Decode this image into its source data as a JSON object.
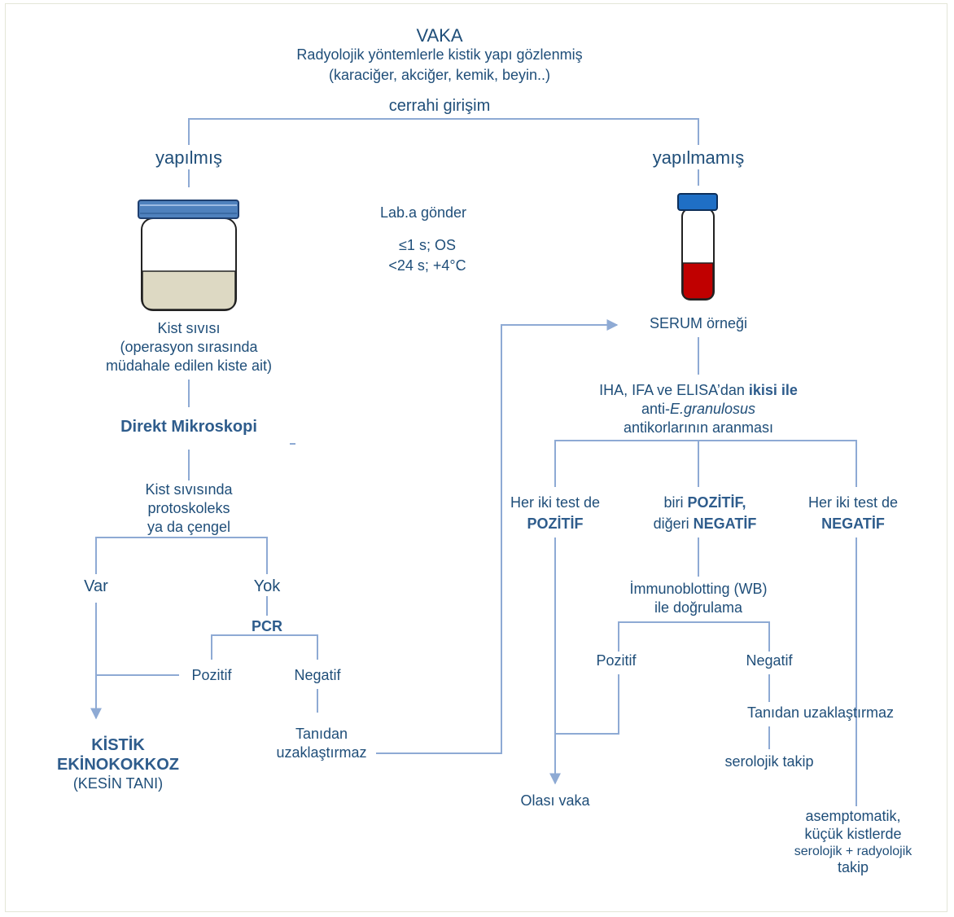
{
  "nodes": {
    "case_title": "VAKA",
    "case_desc": "Radyolojik yöntemlerle kistik yapı gözlenmiş",
    "case_organs": "(karaciğer, akciğer, kemik, beyin..)",
    "surgery": "cerrahi girişim",
    "done": "yapılmış",
    "not_done": "yapılmamış",
    "lab_send": "Lab.a gönder",
    "lab_cond1": "≤1 s; OS",
    "lab_cond2": "<24 s; +4°C",
    "cyst_fluid_1": "Kist sıvısı",
    "cyst_fluid_2": "(operasyon sırasında",
    "cyst_fluid_3": "müdahale edilen kiste ait)",
    "direct_micro": "Direkt Mikroskopi",
    "proto_1": "Kist sıvısında",
    "proto_2": "protoskoleks",
    "proto_3": "ya da çengel",
    "var": "Var",
    "yok": "Yok",
    "pcr": "PCR",
    "pcr_pos": "Pozitif",
    "pcr_neg": "Negatif",
    "not_exclude_1": "Tanıdan",
    "not_exclude_2": "uzaklaştırmaz",
    "diag_1": "KİSTİK",
    "diag_2": "EKİNOKOKKOZ",
    "diag_3": "(KESİN TANI)",
    "serum": "SERUM örneği",
    "sero_1a": "IHA, IFA ve ELISA’dan ",
    "sero_1b": "ikisi ile",
    "sero_2a": "anti-",
    "sero_2b": "E.granulosus",
    "sero_3": "antikorlarının aranması",
    "both_pos_1": "Her iki test de",
    "both_pos_2": "POZİTİF",
    "one_pos_1a": "biri ",
    "one_pos_1b": "POZİTİF,",
    "one_pos_2a": "diğeri ",
    "one_pos_2b": "NEGATİF",
    "both_neg_1": "Her iki test de",
    "both_neg_2": "NEGATİF",
    "wb_1": "İmmunoblotting (WB)",
    "wb_2": "ile doğrulama",
    "wb_pos": "Pozitif",
    "wb_neg": "Negatif",
    "wb_not_exclude": "Tanıdan uzaklaştırmaz",
    "sero_followup": "serolojik takip",
    "probable": "Olası vaka",
    "asym_1": "asemptomatik,",
    "asym_2": "küçük kistlerde",
    "asym_3": "serolojik + radyolojik",
    "asym_4": "takip"
  },
  "colors": {
    "text": "#1f4e79",
    "bold_text": "#2e5c8c",
    "line": "#8eaad4",
    "jar_lid": "#4f81bd",
    "jar_sediment": "#ddd9c3",
    "tube_cap": "#1f6fc5",
    "tube_blood": "#c00000"
  }
}
